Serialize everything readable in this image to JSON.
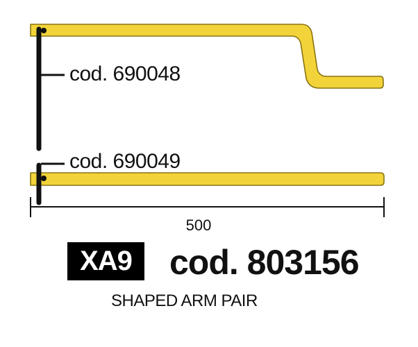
{
  "colors": {
    "arm_fill": "#f2d43a",
    "arm_stroke": "#8a7412",
    "rod": "#111111",
    "badge_bg": "#000000",
    "badge_text": "#ffffff"
  },
  "parts": {
    "upper_arm_code": "cod. 690048",
    "lower_arm_code": "cod. 690049"
  },
  "dimension": {
    "value": "500"
  },
  "product": {
    "badge": "XA9",
    "code": "cod. 803156",
    "description": "SHAPED ARM PAIR"
  }
}
